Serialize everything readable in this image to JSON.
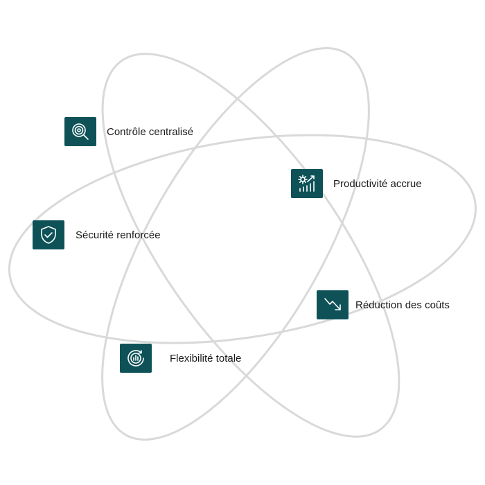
{
  "diagram": {
    "accent_color": "#0e5258",
    "orbit_color": "#d9d9d9",
    "items": [
      {
        "label": "Contrôle centralisé",
        "icon": "magnifier-target-icon"
      },
      {
        "label": "Productivité accrue",
        "icon": "gear-growth-chart-icon"
      },
      {
        "label": "Sécurité renforcée",
        "icon": "shield-check-icon"
      },
      {
        "label": "Réduction des coûts",
        "icon": "trending-down-icon"
      },
      {
        "label": "Flexibilité totale",
        "icon": "circular-bar-chart-icon"
      }
    ]
  }
}
